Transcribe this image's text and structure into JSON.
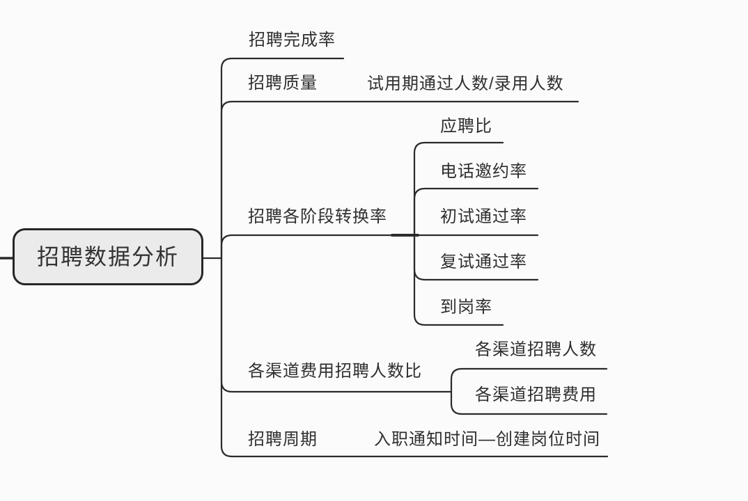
{
  "colors": {
    "background": "#fbfbfb",
    "line": "#2b2b2b",
    "text": "#2f2f2f",
    "root_fill": "#ebebeb",
    "root_border": "#262626"
  },
  "mindmap": {
    "root": {
      "label": "招聘数据分析"
    },
    "branches": [
      {
        "label": "招聘完成率"
      },
      {
        "label": "招聘质量",
        "formula": "试用期通过人数/录用人数"
      },
      {
        "label": "招聘各阶段转换率",
        "children": [
          {
            "label": "应聘比"
          },
          {
            "label": "电话邀约率"
          },
          {
            "label": "初试通过率"
          },
          {
            "label": "复试通过率"
          },
          {
            "label": "到岗率"
          }
        ]
      },
      {
        "label": "各渠道费用招聘人数比",
        "children": [
          {
            "label": "各渠道招聘人数"
          },
          {
            "label": "各渠道招聘费用"
          }
        ]
      },
      {
        "label": "招聘周期",
        "formula": "入职通知时间—创建岗位时间"
      }
    ]
  }
}
